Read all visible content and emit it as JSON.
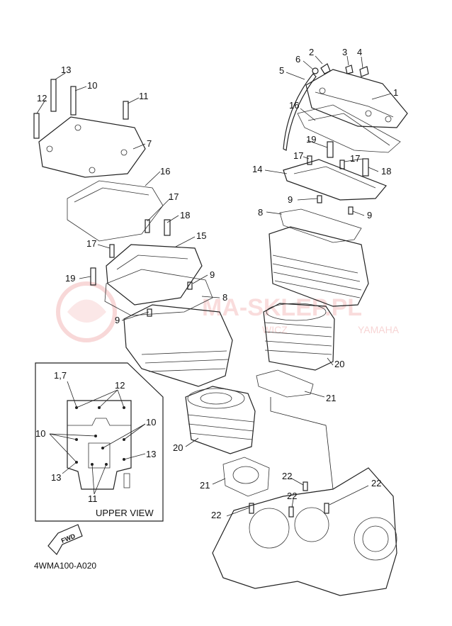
{
  "callouts": {
    "c1": "1",
    "c2": "2",
    "c3": "3",
    "c4": "4",
    "c5": "5",
    "c6": "6",
    "c7": "7",
    "c8": "8",
    "c9": "9",
    "c10": "10",
    "c11": "11",
    "c12": "12",
    "c13": "13",
    "c14": "14",
    "c15": "15",
    "c16": "16",
    "c17": "17",
    "c18": "18",
    "c19": "19",
    "c20": "20",
    "c21": "21",
    "c22": "22"
  },
  "inset": {
    "title_ref": "1,7",
    "label_12": "12",
    "label_10": "10",
    "label_13": "13",
    "label_11": "11",
    "view_label": "UPPER VIEW"
  },
  "fwd_label": "FWD",
  "diagram_code": "4WMA100-A020",
  "watermark": {
    "main": "MA-SKLEP.PL",
    "sub_left": "WICZ",
    "sub_right": "YAMAHA"
  }
}
